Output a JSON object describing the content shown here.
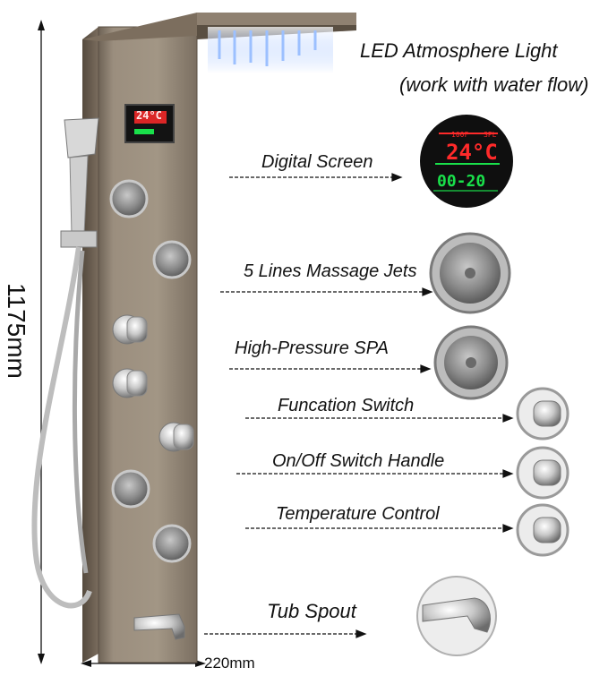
{
  "heading": {
    "line1": "LED Atmosphere Light",
    "line2": "(work with water flow)"
  },
  "features": [
    {
      "label": "Digital Screen"
    },
    {
      "label": "5 Lines Massage Jets"
    },
    {
      "label": "High-Pressure SPA"
    },
    {
      "label": "Funcation Switch"
    },
    {
      "label": "On/Off Switch Handle"
    },
    {
      "label": "Temperature Control"
    },
    {
      "label": "Tub Spout"
    }
  ],
  "dimensions": {
    "height": "1175mm",
    "width": "220mm"
  },
  "screen": {
    "temperature": "24°C",
    "time": "00-20",
    "small_left": "100F",
    "small_right": "SPL"
  },
  "colors": {
    "panel": "#8f8272",
    "panel_edge": "#5d5246",
    "lcd_bg": "#101010",
    "lcd_red": "#ff2a2a",
    "lcd_green": "#19e04a",
    "led_blue": "#8ab8ff"
  }
}
